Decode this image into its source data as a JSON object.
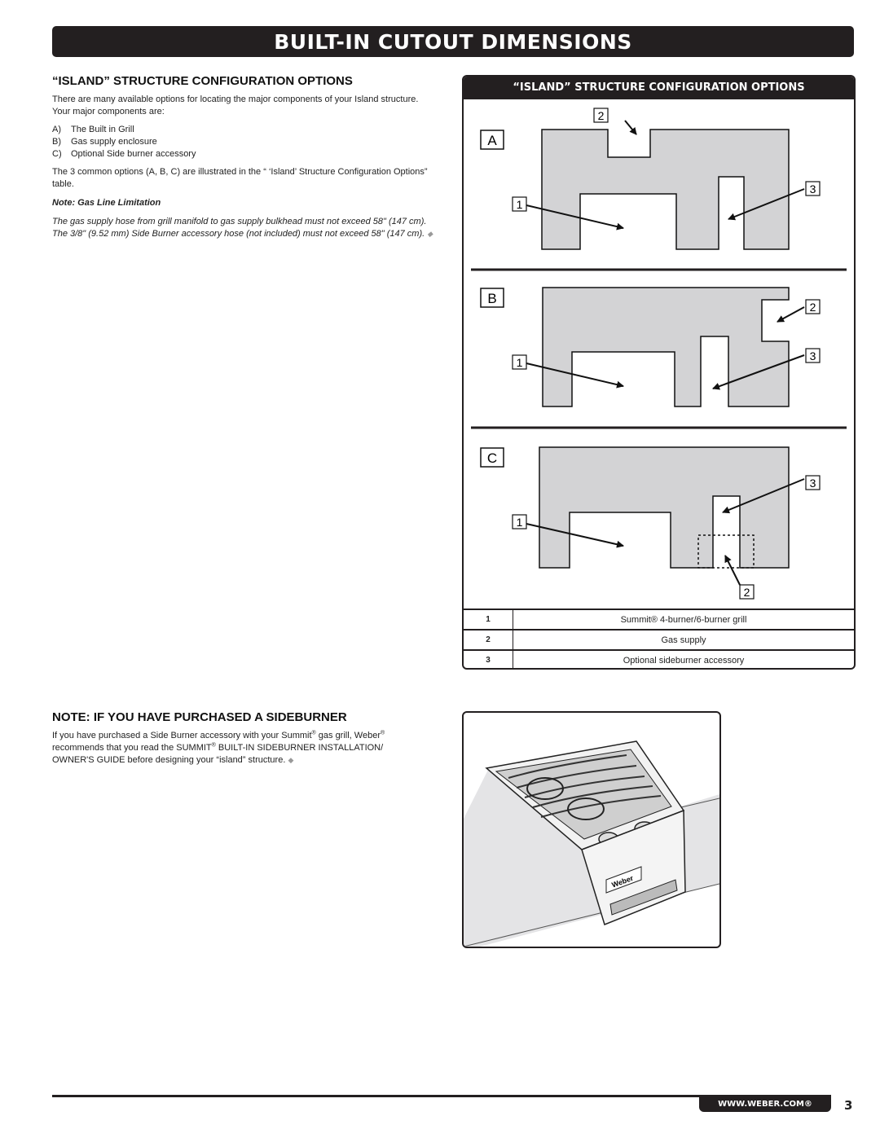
{
  "page": {
    "banner_title": "BUILT-IN CUTOUT DIMENSIONS",
    "page_number": "3",
    "website": "WWW.WEBER.COM®"
  },
  "island_section": {
    "heading": "“ISLAND” STRUCTURE CONFIGURATION OPTIONS",
    "intro": "There are many available options for locating the major components of your Island structure. Your major components are:",
    "components": [
      {
        "letter": "A)",
        "text": "The Built in Grill"
      },
      {
        "letter": "B)",
        "text": "Gas supply enclosure"
      },
      {
        "letter": "C)",
        "text": "Optional Side burner accessory"
      }
    ],
    "options_text": "The 3 common options (A, B, C) are illustrated in the “ ‘Island’ Structure Configuration Options” table.",
    "note_title": "Note: Gas Line Limitation",
    "note_text": "The gas supply hose from grill manifold to gas supply bulkhead must not exceed 58\" (147 cm). The 3/8\" (9.52 mm) Side Burner accessory hose (not included) must not exceed 58\" (147 cm).",
    "end_mark": "◆"
  },
  "config_panel": {
    "title": "“ISLAND” STRUCTURE CONFIGURATION OPTIONS",
    "option_labels": [
      "A",
      "B",
      "C"
    ],
    "callouts": {
      "one": "1",
      "two": "2",
      "three": "3"
    },
    "legend": [
      {
        "num": "1",
        "desc": "Summit® 4-burner/6-burner grill"
      },
      {
        "num": "2",
        "desc": "Gas supply"
      },
      {
        "num": "3",
        "desc": "Optional sideburner accessory"
      }
    ]
  },
  "sideburner_section": {
    "heading": "NOTE: IF YOU HAVE PURCHASED A SIDEBURNER",
    "text_part1": "If you have purchased a Side Burner accessory with your Summit",
    "text_part2": " gas grill, Weber",
    "text_part3": " recommends that you read the SUMMIT",
    "text_part4": " BUILT-IN SIDEBURNER INSTALLATION/ OWNER'S GUIDE before designing your “island” structure.",
    "reg_mark": "®",
    "end_mark": "◆",
    "photo_logo": "Weber"
  }
}
